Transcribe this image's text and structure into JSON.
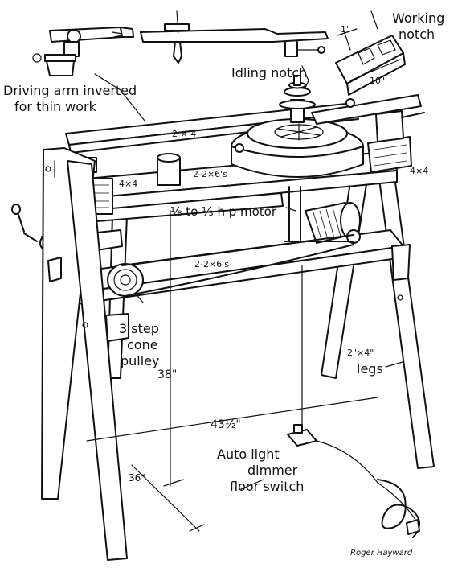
{
  "labels": {
    "working_notch": [
      "Working",
      "notch"
    ],
    "idling_notch": "Idling notch",
    "driving_arm": [
      "Driving arm inverted",
      "for thin work"
    ],
    "two_by_four_top": "2 × 4",
    "four_by_four_left": "4×4",
    "four_by_four_right": "4×4",
    "two_2x6_top": "2-2×6's",
    "motor": "⅛ to ⅓ h p motor",
    "two_2x6_bottom": "2-2×6's",
    "cone_pulley": [
      "3 step",
      "cone",
      "pulley"
    ],
    "legs": [
      "2\"×4\"",
      "legs"
    ],
    "height": "38\"",
    "width": "43½\"",
    "depth": "36\"",
    "floor_switch": [
      "Auto light",
      "dimmer",
      "floor switch"
    ],
    "notch_dim_small": "1\"",
    "notch_dim_large": "10\"",
    "signature": "Roger Hayward"
  }
}
